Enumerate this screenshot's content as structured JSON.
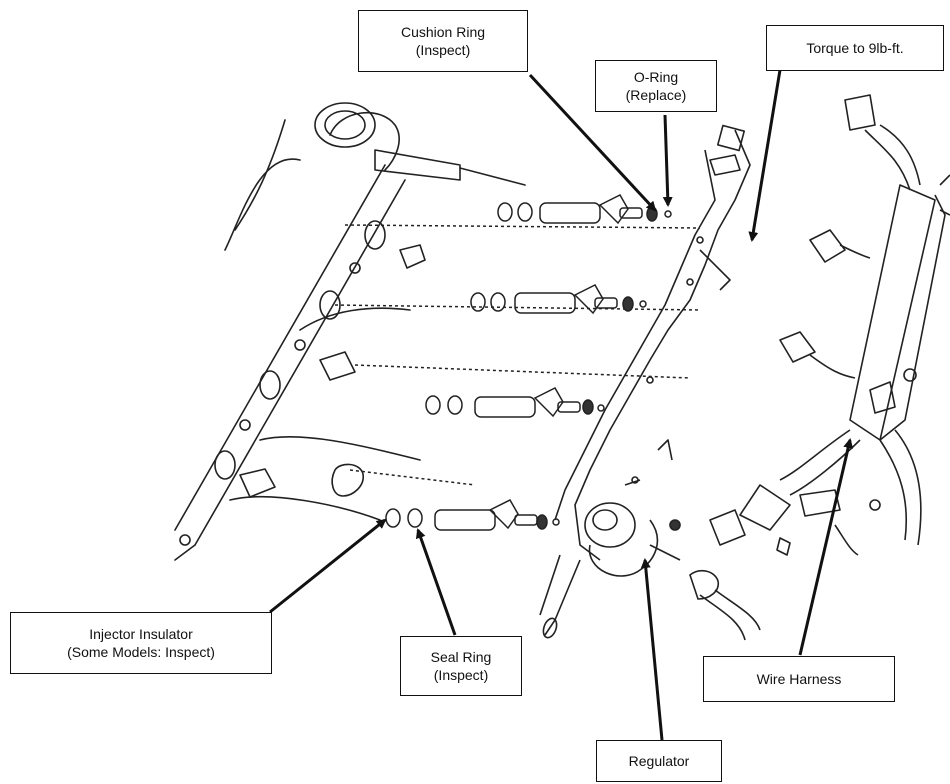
{
  "labels": {
    "cushion_ring": {
      "line1": "Cushion Ring",
      "line2": "(Inspect)"
    },
    "o_ring": {
      "line1": "O-Ring",
      "line2": "(Replace)"
    },
    "torque": {
      "line1": "Torque to 9lb-ft."
    },
    "injector_insulator": {
      "line1": "Injector Insulator",
      "line2": "(Some Models: Inspect)"
    },
    "seal_ring": {
      "line1": "Seal Ring",
      "line2": "(Inspect)"
    },
    "wire_harness": {
      "line1": "Wire Harness"
    },
    "regulator": {
      "line1": "Regulator"
    }
  },
  "colors": {
    "line": "#111111",
    "background": "#ffffff"
  }
}
